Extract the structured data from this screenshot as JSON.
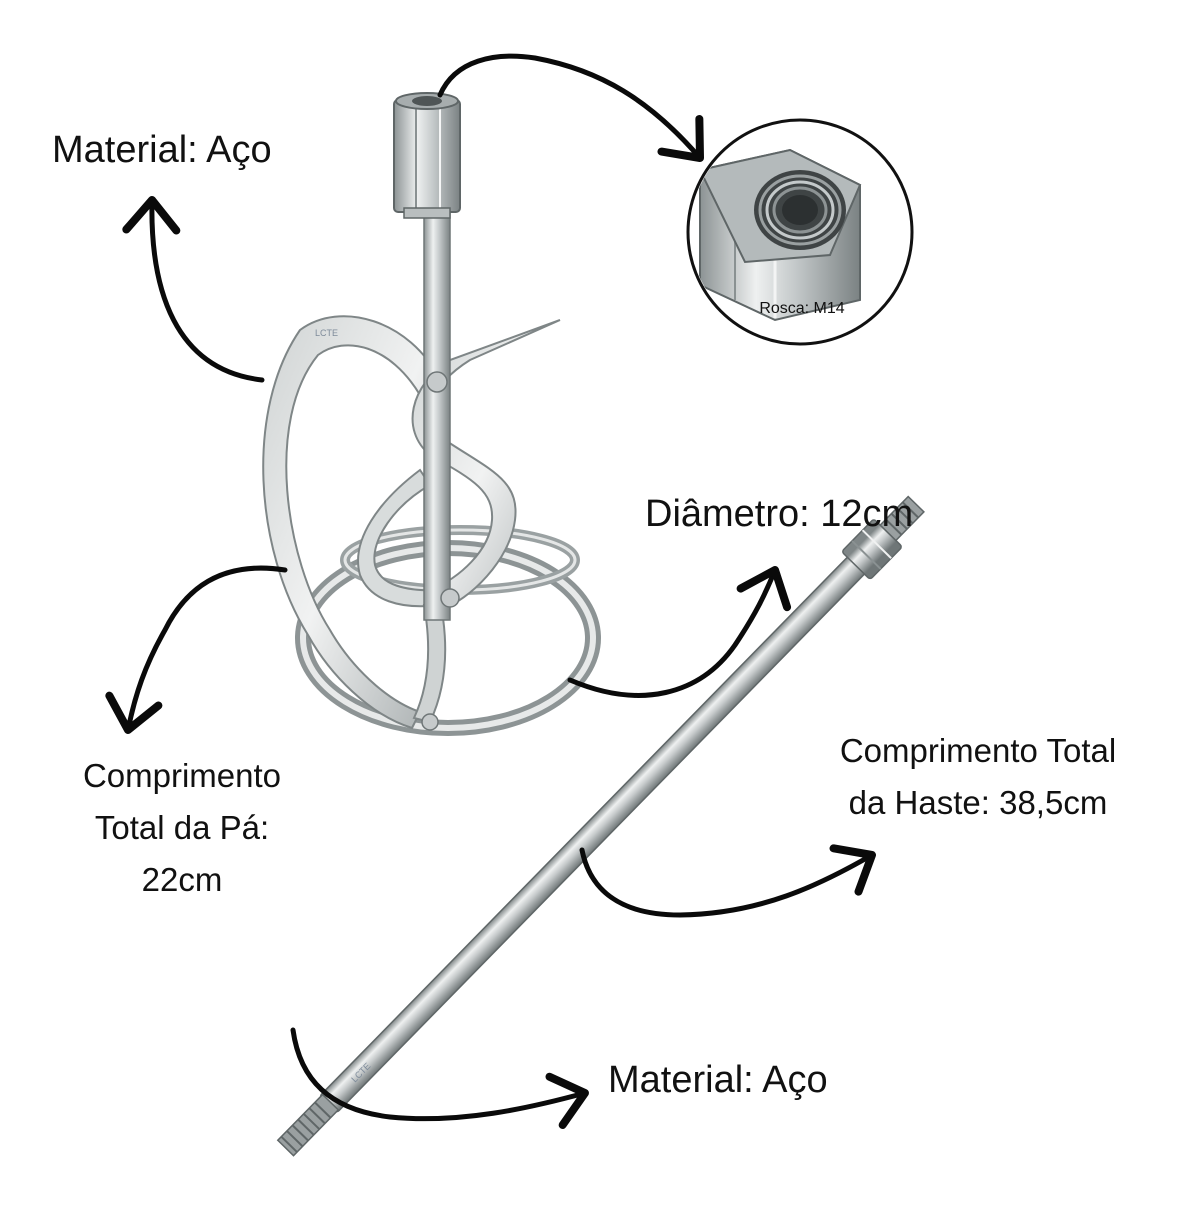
{
  "labels": {
    "material_top": "Material: Aço",
    "thread": "Rosca: M14",
    "diameter": "Diâmetro: 12cm",
    "paddle_length": [
      "Comprimento",
      "Total da Pá:",
      "22cm"
    ],
    "rod_length": [
      "Comprimento Total",
      "da Haste: 38,5cm"
    ],
    "material_bottom": "Material: Aço",
    "engraving_paddle": "LCTE",
    "engraving_rod": "LCTE"
  },
  "colors": {
    "steel_light": "#e4e6e6",
    "steel_mid": "#b7bcbd",
    "steel_dark": "#7d8485",
    "arrow": "#0a0a0a",
    "text": "#111111"
  },
  "icons": [
    "curved-arrow",
    "hex-nut",
    "threaded-bolt-end"
  ]
}
